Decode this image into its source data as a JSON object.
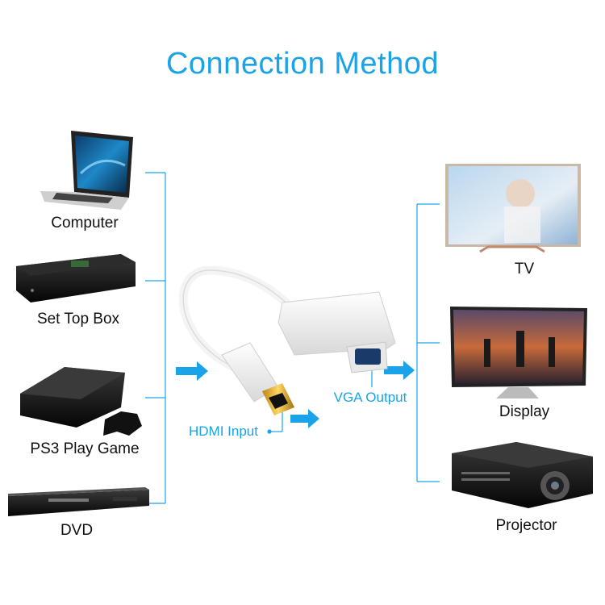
{
  "title": "Connection Method",
  "sources": [
    {
      "label": "Computer",
      "icon": "laptop-icon"
    },
    {
      "label": "Set Top Box",
      "icon": "set-top-box-icon"
    },
    {
      "label": "PS3 Play Game",
      "icon": "ps3-console-icon"
    },
    {
      "label": "DVD",
      "icon": "dvd-player-icon"
    }
  ],
  "outputs": [
    {
      "label": "TV",
      "icon": "tv-icon"
    },
    {
      "label": "Display",
      "icon": "monitor-icon"
    },
    {
      "label": "Projector",
      "icon": "projector-icon"
    }
  ],
  "adapter": {
    "input_label": "HDMI Input",
    "output_label": "VGA Output",
    "icon": "hdmi-to-vga-adapter-icon"
  },
  "colors": {
    "accent": "#1aa3e8",
    "text": "#111111"
  }
}
